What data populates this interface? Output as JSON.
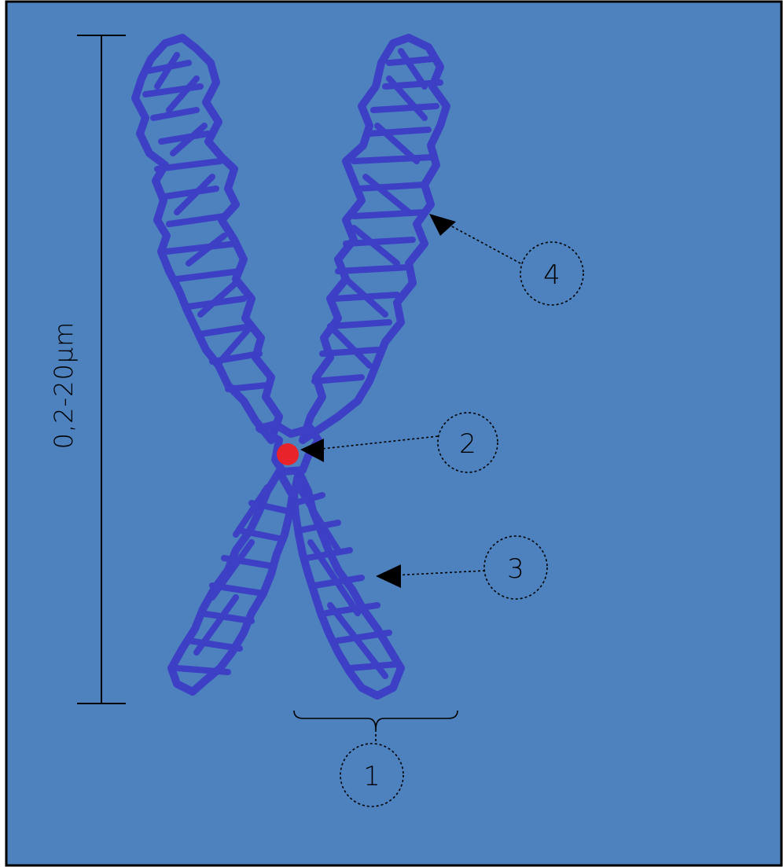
{
  "diagram": {
    "scale_label": "0,2-20µm",
    "callouts": [
      "1",
      "2",
      "3",
      "4"
    ]
  },
  "colors": {
    "background": "#4d82bf",
    "chromatid": "#3d3fc4",
    "centromere": "#e8242a",
    "annotation": "#000000"
  }
}
